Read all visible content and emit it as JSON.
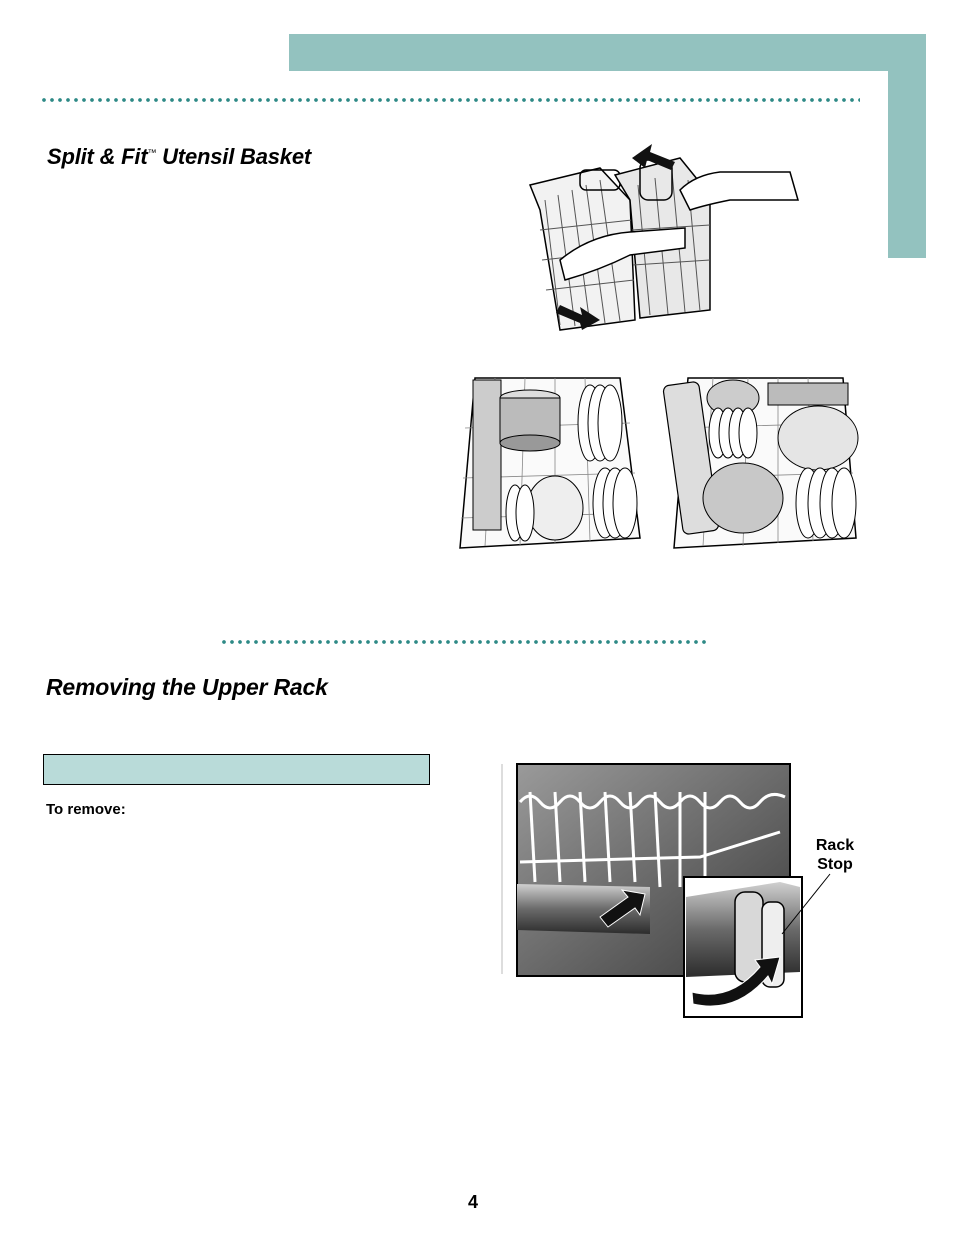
{
  "colors": {
    "teal": "#93c2bf",
    "dot": "#2e8a86",
    "note_box": "#b9dbd9"
  },
  "section1": {
    "title": "Split & Fit",
    "tm": "™",
    "title_rest": " Utensil Basket"
  },
  "section2": {
    "title": "Removing the Upper Rack",
    "to_remove": "To remove:"
  },
  "callout": {
    "line1": "Rack",
    "line2": "Stop"
  },
  "page": {
    "number": "4"
  },
  "icons": {
    "push_arrow": "arrow-icon",
    "swing_arrow": "curved-arrow-icon"
  }
}
